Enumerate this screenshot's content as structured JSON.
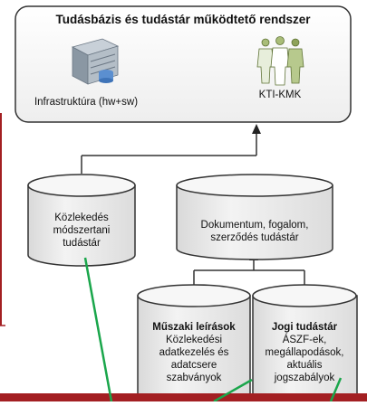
{
  "top_box": {
    "title": "Tudásbázis és tudástár működtető rendszer",
    "infra_label": "Infrastruktúra (hw+sw)",
    "org_label": "KTI-KMK"
  },
  "nodes": {
    "kozlekedes": [
      "Közlekedés",
      "módszertani",
      "tudástár"
    ],
    "dokumentum": [
      "Dokumentum, fogalom,",
      "szerződés tudástár"
    ],
    "muszaki_title": "Műszaki leírások",
    "muszaki_body": [
      "Közlekedési",
      "adatkezelés és",
      "adatcsere",
      "szabványok"
    ],
    "jogi_title": "Jogi tudástár",
    "jogi_body": [
      "ÁSZF-ek,",
      "megállapodások,",
      "aktuális",
      "jogszabályok"
    ]
  },
  "colors": {
    "border": "#333333",
    "cyl_fill": "#ededed",
    "cyl_top": "#f7f7f7",
    "green_line": "#1aa64b",
    "red_band": "#a31f22",
    "left_accent": "#a31f22",
    "server_icon": "#7a8896",
    "people_icon": "#8ea35a"
  },
  "icons": {
    "server": "server-icon",
    "people": "people-icon"
  }
}
